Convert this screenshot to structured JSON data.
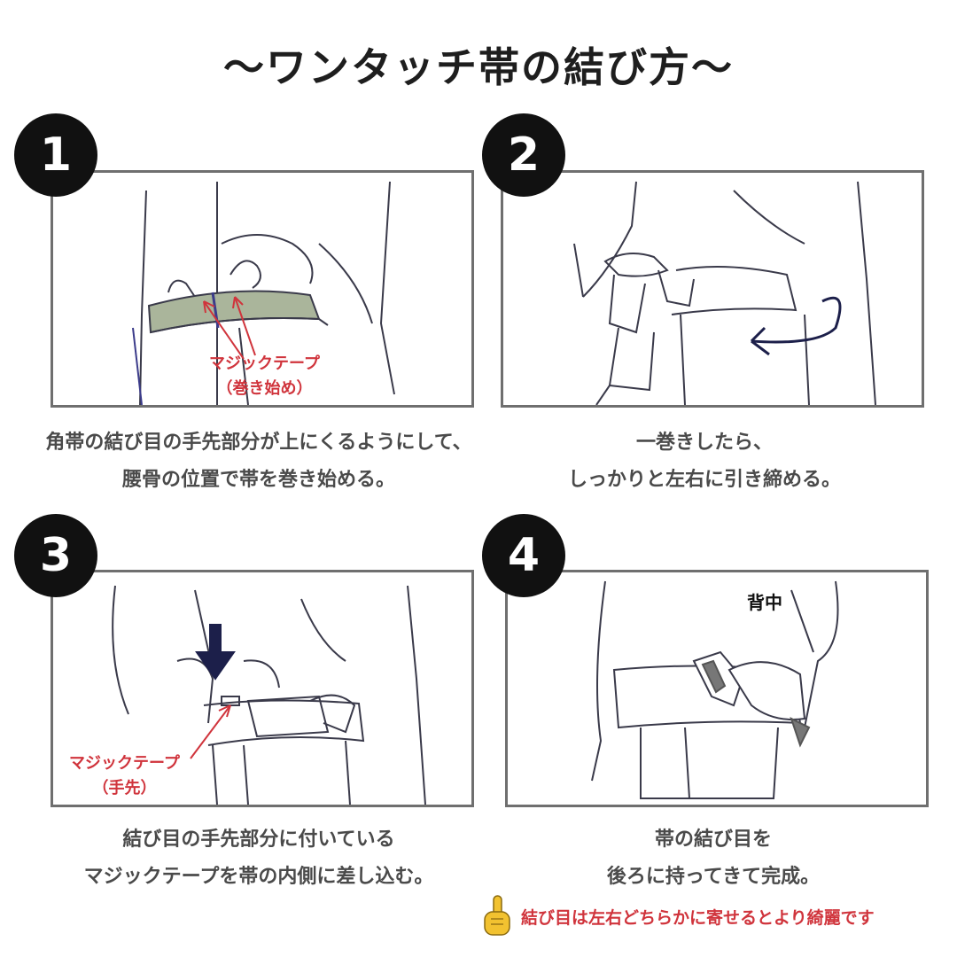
{
  "title": "〜ワンタッチ帯の結び方〜",
  "steps": [
    {
      "number": "1",
      "caption_lines": [
        "角帯の結び目の手先部分が上にくるようにして、",
        "腰骨の位置で帯を巻き始める。"
      ],
      "notes": [
        "マジックテープ",
        "（巻き始め）"
      ]
    },
    {
      "number": "2",
      "caption_lines": [
        "一巻きしたら、",
        "しっかりと左右に引き締める。"
      ]
    },
    {
      "number": "3",
      "caption_lines": [
        "結び目の手先部分に付いている",
        "マジックテープを帯の内側に差し込む。"
      ],
      "notes": [
        "マジックテープ",
        "（手先）"
      ]
    },
    {
      "number": "4",
      "caption_lines": [
        "帯の結び目を",
        "後ろに持ってきて完成。"
      ],
      "label": "背中"
    }
  ],
  "tip": {
    "icon": "pointing-hand-icon",
    "text": "結び目は左右どちらかに寄せるとより綺麗です"
  },
  "colors": {
    "badge": "#111111",
    "panel_border": "#6f6f6f",
    "accent_red": "#d0343c",
    "arrow_navy": "#1c1f4a",
    "tape_green": "#aab59b",
    "tip_icon": "#f2c230"
  }
}
